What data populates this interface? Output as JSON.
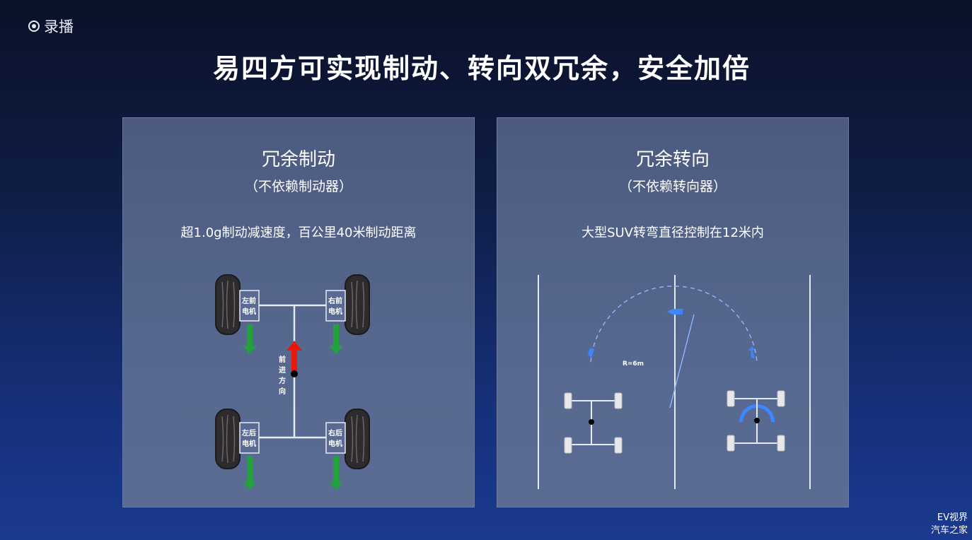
{
  "recording": {
    "label": "录播"
  },
  "title": "易四方可实现制动、转向双冗余，安全加倍",
  "left_panel": {
    "heading": "冗余制动",
    "subheading": "（不依赖制动器）",
    "description": "超1.0g制动减速度，百公里40米制动距离",
    "motors": {
      "fl": [
        "左前",
        "电机"
      ],
      "fr": [
        "右前",
        "电机"
      ],
      "rl": [
        "左后",
        "电机"
      ],
      "rr": [
        "右后",
        "电机"
      ]
    },
    "direction_label": [
      "前",
      "进",
      "方",
      "向"
    ],
    "colors": {
      "brake_arrow": "#1fa33a",
      "forward_arrow": "#e8180f"
    }
  },
  "right_panel": {
    "heading": "冗余转向",
    "subheading": "（不依赖转向器）",
    "description": "大型SUV转弯直径控制在12米内",
    "radius_label": "R=6m",
    "colors": {
      "arrow": "#3d86ff"
    }
  },
  "watermark": {
    "line1": "EV视界",
    "line2": "汽车之家"
  }
}
